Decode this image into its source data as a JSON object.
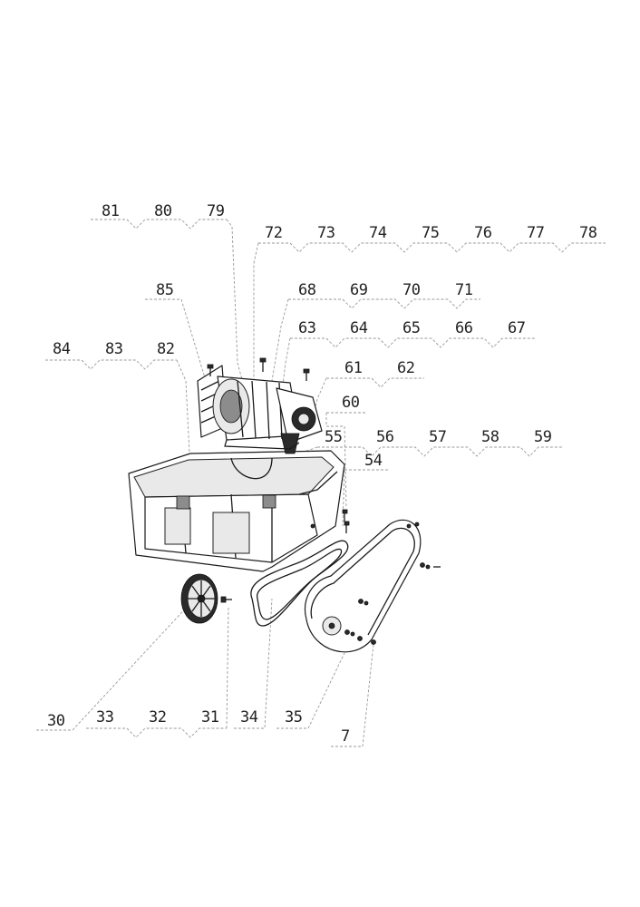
{
  "diagram": {
    "labels": [
      "81",
      "80",
      "79",
      "72",
      "73",
      "74",
      "75",
      "76",
      "77",
      "78",
      "85",
      "68",
      "69",
      "70",
      "71",
      "63",
      "64",
      "65",
      "66",
      "67",
      "84",
      "83",
      "82",
      "61",
      "62",
      "60",
      "55",
      "56",
      "57",
      "58",
      "59",
      "54",
      "30",
      "33",
      "32",
      "31",
      "34",
      "35",
      "7"
    ]
  }
}
